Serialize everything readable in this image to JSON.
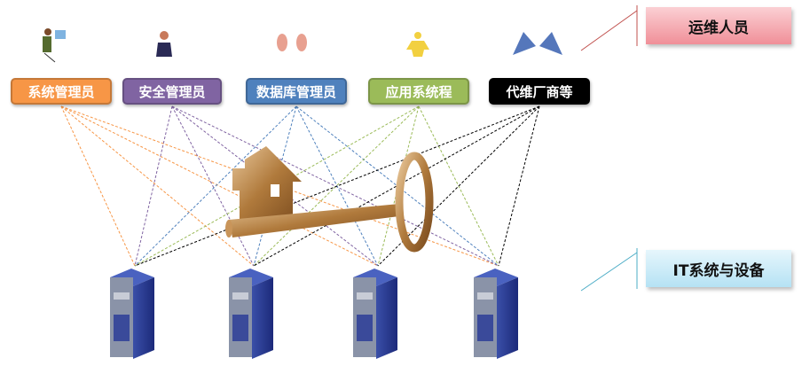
{
  "roles": [
    {
      "label": "系统管理员",
      "color": "#f79646",
      "icon": "person-at-computer-icon"
    },
    {
      "label": "安全管理员",
      "color": "#8064a2",
      "icon": "person-on-phone-icon"
    },
    {
      "label": "数据库管理员",
      "color": "#4f81bd",
      "icon": "two-faces-icon"
    },
    {
      "label": "应用系统程",
      "color": "#9bbb59",
      "icon": "yellow-person-icon"
    },
    {
      "label": "代维厂商等",
      "color": "#000000",
      "icon": "handshake-icon"
    }
  ],
  "callouts": {
    "personnel": "运维人员",
    "systems": "IT系统与设备"
  },
  "center_icon": "house-key-icon",
  "servers": [
    "server-1",
    "server-2",
    "server-3",
    "server-4"
  ]
}
